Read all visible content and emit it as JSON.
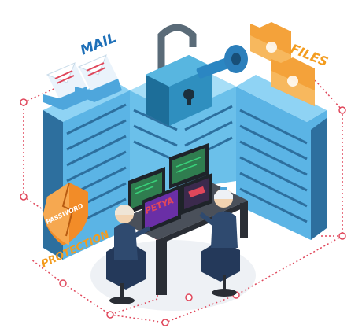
{
  "labels": {
    "mail": "MAIL",
    "files": "FILES",
    "password": "PASSWORD",
    "protection": "PROTECTION",
    "petya": "PETYA"
  },
  "colors": {
    "label_blue": "#1d6fb8",
    "label_orange": "#f39c1f",
    "server_light": "#8fd3f4",
    "server_mid": "#5bb4e5",
    "server_dark": "#2d6f9e",
    "lock_body": "#2f8fbf",
    "folder": "#f4a23a",
    "shield": "#f28c28",
    "network_dots": "#e0475b",
    "desk": "#3b3f48",
    "screen_green": "#39d17a",
    "screen_red": "#e0475b"
  },
  "icons": [
    "mail-envelope-icon",
    "folder-icon",
    "padlock-icon",
    "key-icon",
    "shield-icon",
    "server-rack-icon",
    "monitor-icon"
  ]
}
